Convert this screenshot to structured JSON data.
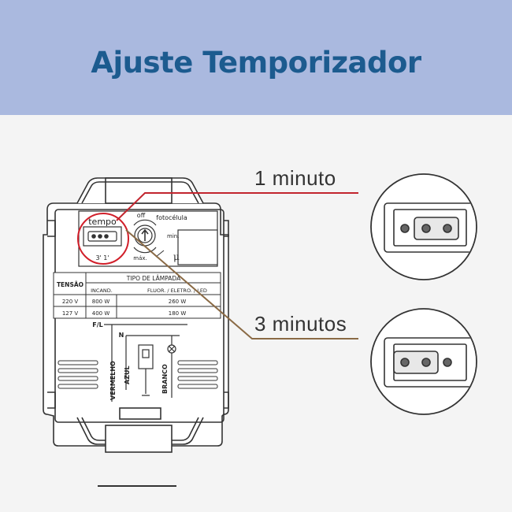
{
  "title": "Ajuste Temporizador",
  "callouts": {
    "one_minute": "1 minuto",
    "three_minutes": "3 minutos"
  },
  "device": {
    "tempo_label": "tempo",
    "off_label": "off",
    "fotocelula_label": "fotocélula",
    "min_label": "min.",
    "max_label": "máx.",
    "mu_symbol": "μ",
    "timer_marks": "3'  1'",
    "table": {
      "header_tension": "TENSÃO",
      "header_lamp_type": "TIPO DE LÂMPADA",
      "sub_incand": "INCAND.",
      "sub_fluor": "FLUOR. / ELETRO. / LED",
      "rows": [
        {
          "voltage": "220 V",
          "incand": "800 W",
          "fluor": "260 W"
        },
        {
          "voltage": "127 V",
          "incand": "400 W",
          "fluor": "180 W"
        }
      ]
    },
    "wiring": {
      "fl": "F/L",
      "n": "N",
      "wire_red": "VERMELHO",
      "wire_blue": "AZUL",
      "wire_white": "BRANCO"
    }
  },
  "colors": {
    "banner_bg": "#aab9df",
    "title": "#1c5b8f",
    "highlight_circle": "#d11f2a",
    "line_1min": "#c2252e",
    "line_3min": "#8a6a45",
    "background": "#f4f4f4"
  }
}
